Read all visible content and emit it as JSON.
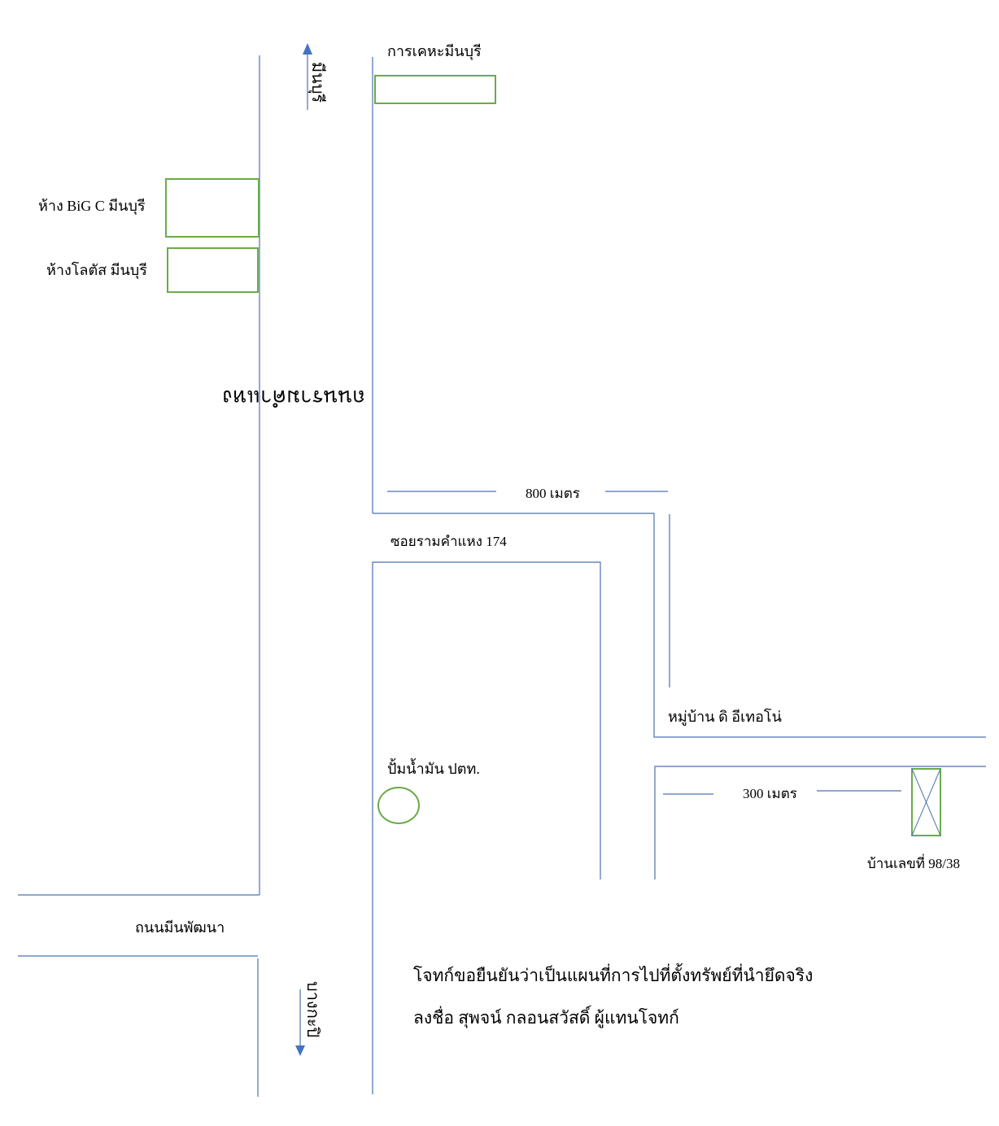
{
  "labels": {
    "market_top": "การเคหะมีนบุรี",
    "bigc": "ห้าง BiG C มีนบุรี",
    "lotus": "ห้างโลตัส มีนบุรี",
    "dist_800": "800 เมตร",
    "soi": "ซอยรามคำแหง 174",
    "village": "หมู่บ้าน ดิ อีเทอโน่",
    "gas_station": "ปั้มน้ำมัน ปตท.",
    "dist_300": "300 เมตร",
    "house": "บ้านเลขที่ 98/38",
    "road_minphatthana": "ถนนมีนพัฒนา",
    "road_ramkhamhaeng": "ถนนรามคำแหง",
    "dir_up": "มีนบุรี",
    "dir_down": "บางกะปิ",
    "confirm_line1": "โจทก์ขอยืนยันว่าเป็นแผนที่การไปที่ตั้งทรัพย์ที่นำยึดจริง",
    "confirm_line2": "ลงชื่อ สุพจน์ กลอนสวัสดิ์ ผู้แทนโจทก์"
  },
  "colors": {
    "road_line": "#4a72b0",
    "landmark_box": "#6aab4a",
    "arrow": "#4472c4"
  }
}
